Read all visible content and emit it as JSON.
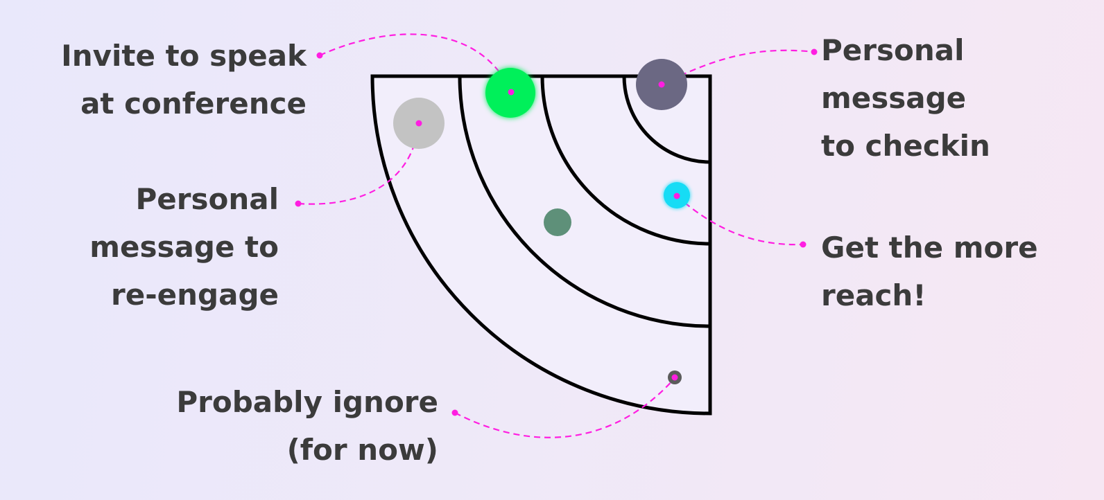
{
  "labels": {
    "invite": [
      "Invite to speak",
      "at conference"
    ],
    "reengage": [
      "Personal",
      "message to",
      "re-engage"
    ],
    "ignore": [
      "Probably ignore",
      "(for now)"
    ],
    "checkin": [
      "Personal",
      "message",
      "to checkin"
    ],
    "reach": [
      "Get the more",
      "reach!"
    ]
  },
  "dots": [
    {
      "name": "reengage-dot",
      "color": "#c3c3c3",
      "glow": false
    },
    {
      "name": "invite-dot",
      "color": "#00f05a",
      "glow": true
    },
    {
      "name": "checkin-dot",
      "color": "#6b6883",
      "glow": false
    },
    {
      "name": "reach-dot",
      "color": "#12dcf5",
      "glow": true
    },
    {
      "name": "middle-dot",
      "color": "#5e9079",
      "glow": false
    },
    {
      "name": "ignore-dot",
      "color": "#5b5b5b",
      "glow": false
    }
  ],
  "colors": {
    "connector": "#ff1ee1",
    "outline": "#000000",
    "text": "#3b3b3b"
  }
}
